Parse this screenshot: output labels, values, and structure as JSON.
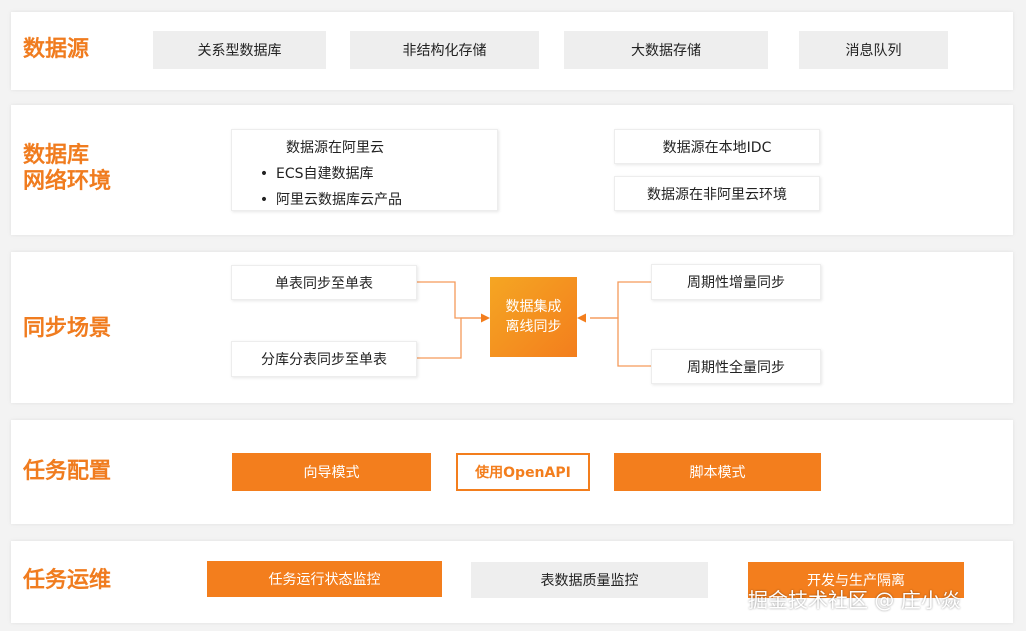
{
  "layers": [
    {
      "title": "数据源",
      "items": [
        "关系型数据库",
        "非结构化存储",
        "大数据存储",
        "消息队列"
      ]
    },
    {
      "title_lines": [
        "数据库",
        "网络环境"
      ],
      "aliyun": {
        "title": "数据源在阿里云",
        "bullets": [
          "ECS自建数据库",
          "阿里云数据库云产品"
        ]
      },
      "local_idc": "数据源在本地IDC",
      "non_aliyun": "数据源在非阿里云环境"
    },
    {
      "title": "同步场景",
      "left": [
        "单表同步至单表",
        "分库分表同步至单表"
      ],
      "center_lines": [
        "数据集成",
        "离线同步"
      ],
      "right": [
        "周期性增量同步",
        "周期性全量同步"
      ]
    },
    {
      "title": "任务配置",
      "items": [
        "向导模式",
        "使用OpenAPI",
        "脚本模式"
      ]
    },
    {
      "title": "任务运维",
      "items": [
        "任务运行状态监控",
        "表数据质量监控",
        "开发与生产隔离"
      ]
    }
  ],
  "watermark": "掘金技术社区 @ 庄小焱",
  "colors": {
    "accent": "#f37e1d",
    "gray_box": "#eeeeee",
    "connector": "#f59a5a"
  }
}
